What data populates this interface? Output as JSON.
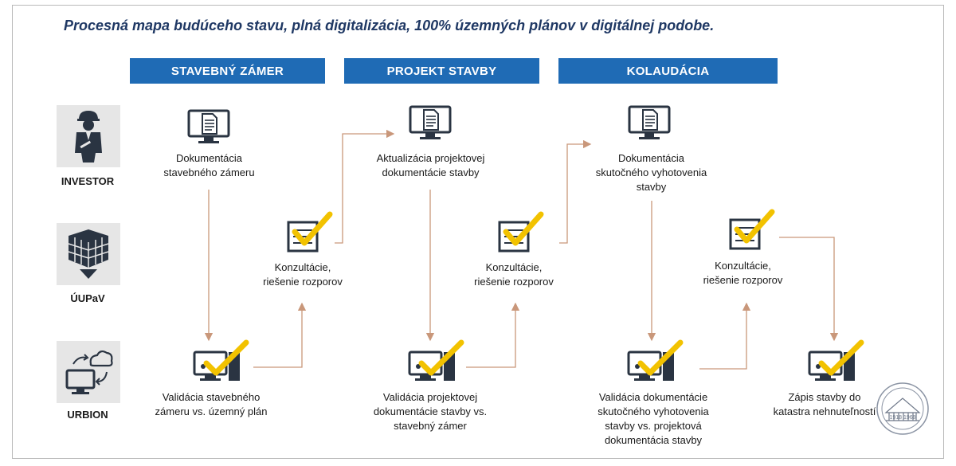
{
  "title": "Procesná mapa budúceho stavu, plná digitalizácia, 100% územných plánov v digitálnej podobe.",
  "phases": [
    "STAVEBNÝ ZÁMER",
    "PROJEKT STAVBY",
    "KOLAUDÁCIA"
  ],
  "actors": [
    "INVESTOR",
    "ÚUPaV",
    "URBION"
  ],
  "nodes": {
    "doc1": [
      "Dokumentácia",
      "stavebného zámeru"
    ],
    "doc2": [
      "Aktualizácia projektovej",
      "dokumentácie stavby"
    ],
    "doc3": [
      "Dokumentácia",
      "skutočného vyhotovenia",
      "stavby"
    ],
    "kon1": [
      "Konzultácie,",
      "riešenie rozporov"
    ],
    "kon2": [
      "Konzultácie,",
      "riešenie rozporov"
    ],
    "kon3": [
      "Konzultácie,",
      "riešenie rozporov"
    ],
    "val1": [
      "Validácia stavebného",
      "zámeru vs. územný plán"
    ],
    "val2": [
      "Validácia projektovej",
      "dokumentácie stavby vs.",
      "stavebný zámer"
    ],
    "val3": [
      "Validácia dokumentácie",
      "skutočného vyhotovenia",
      "stavby vs. projektová",
      "dokumentácia stavby"
    ],
    "zapis": [
      "Zápis stavby do",
      "katastra nehnuteľností"
    ]
  },
  "seal_text": "1918 1968",
  "colors": {
    "phase_bg": "#1f6bb5",
    "title": "#1f3864",
    "arrow": "#c9977a",
    "check": "#f2c200",
    "icon_dark": "#2a3442",
    "actor_bg": "#e6e6e6"
  },
  "icons": {
    "investor": "engineer-icon",
    "uupav": "building-icon",
    "urbion": "cloud-computer-icon",
    "document": "document-monitor-icon",
    "consult": "checklist-icon",
    "validate": "computer-check-icon"
  }
}
